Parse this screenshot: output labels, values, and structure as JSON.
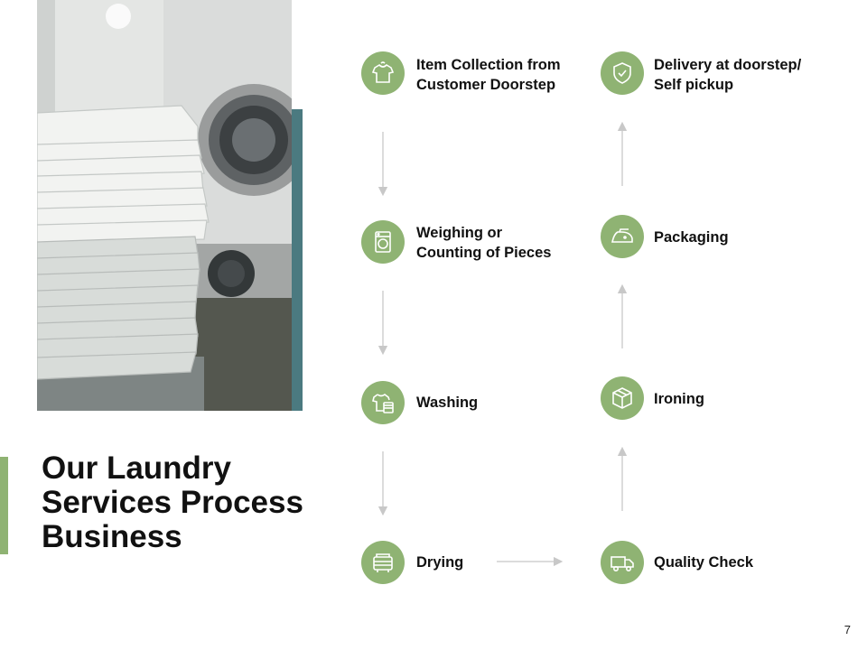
{
  "slide": {
    "title": "Our Laundry Services Process Business",
    "page_number": "7"
  },
  "steps": [
    {
      "label": "Item Collection from\nCustomer Doorstep",
      "icon": "tshirt-icon"
    },
    {
      "label": "Weighing or\nCounting of Pieces",
      "icon": "washing-machine-icon"
    },
    {
      "label": "Washing",
      "icon": "shirt-washing-icon"
    },
    {
      "label": "Drying",
      "icon": "dryer-icon"
    },
    {
      "label": "Quality Check",
      "icon": "delivery-truck-icon"
    },
    {
      "label": "Ironing",
      "icon": "box-icon"
    },
    {
      "label": "Packaging",
      "icon": "iron-icon"
    },
    {
      "label": "Delivery at doorstep/\nSelf pickup",
      "icon": "shield-check-icon"
    }
  ],
  "colors": {
    "accent_green": "#8fb373",
    "accent_teal": "#4b7a80",
    "arrow_gray": "#c8c8c8"
  }
}
